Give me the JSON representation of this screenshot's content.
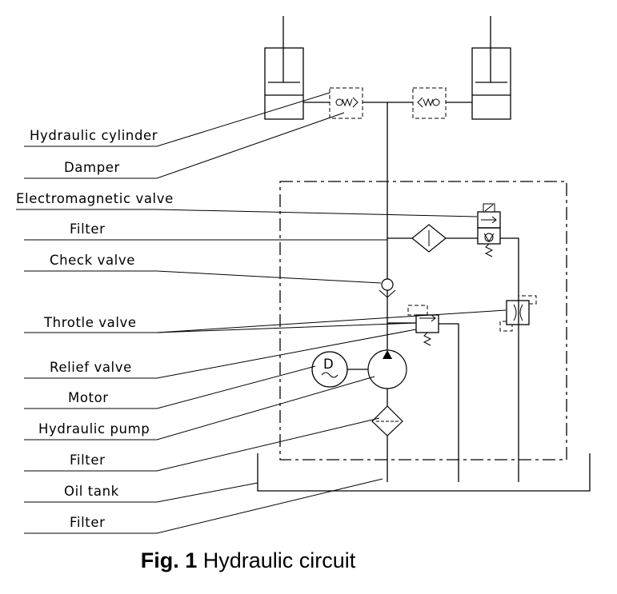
{
  "labels": {
    "hydraulic_cylinder": "Hydraulic cylinder",
    "damper": "Damper",
    "electromagnetic_valve": "Electromagnetic valve",
    "filter_1": "Filter",
    "check_valve": "Check valve",
    "throttle_valve": "Throtle valve",
    "relief_valve": "Relief valve",
    "motor": "Motor",
    "hydraulic_pump": "Hydraulic pump",
    "filter_2": "Filter",
    "oil_tank": "Oil tank",
    "filter_3": "Filter"
  },
  "motor_symbol": "D",
  "caption": {
    "prefix": "Fig. 1",
    "title": "Hydraulic circuit"
  }
}
